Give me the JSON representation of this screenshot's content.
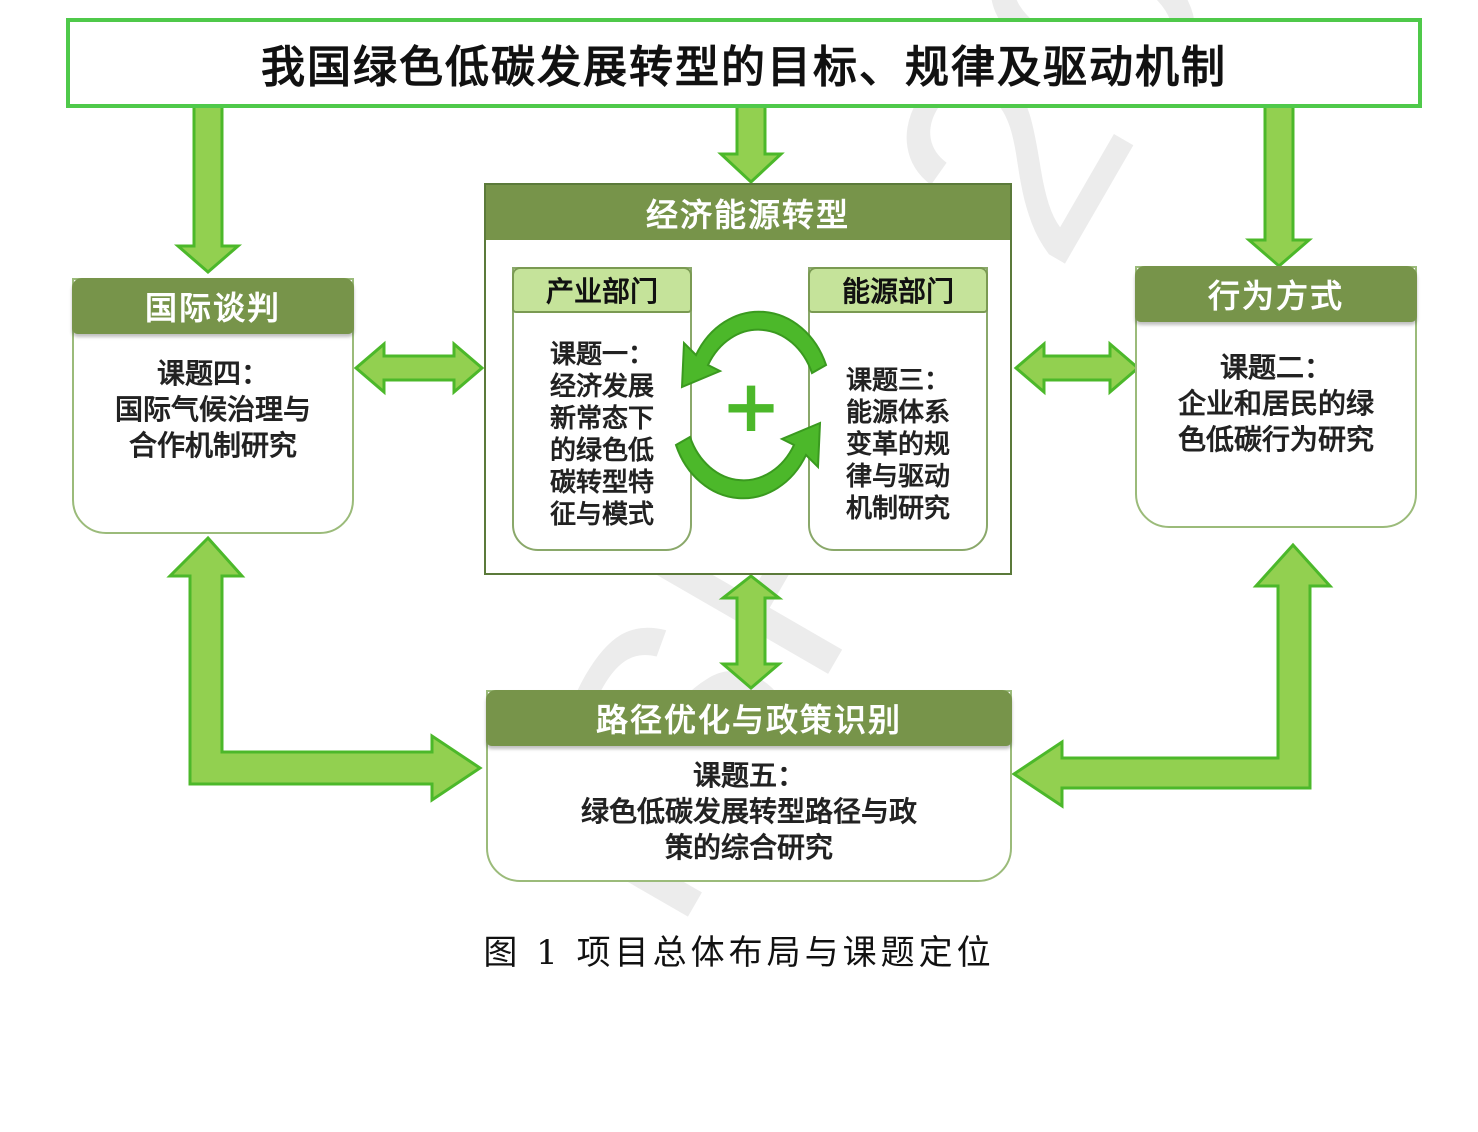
{
  "title": "我国绿色低碳发展转型的目标、规律及驱动机制",
  "center": {
    "header": "经济能源转型",
    "left": {
      "header": "产业部门",
      "lines": [
        "课题一：",
        "经济发展",
        "新常态下",
        "的绿色低",
        "碳转型特",
        "征与模式"
      ]
    },
    "right": {
      "header": "能源部门",
      "lines": [
        "课题三：",
        "能源体系",
        "变革的规",
        "律与驱动",
        "机制研究"
      ]
    },
    "plus_symbol": "+"
  },
  "left_card": {
    "header": "国际谈判",
    "lines": [
      "课题四：",
      "国际气候治理与",
      "合作机制研究"
    ]
  },
  "right_card": {
    "header": "行为方式",
    "lines": [
      "课题二：",
      "企业和居民的绿",
      "色低碳行为研究"
    ]
  },
  "bottom_card": {
    "header": "路径优化与政策识别",
    "lines": [
      "课题五：",
      "绿色低碳发展转型路径与政",
      "策的综合研究"
    ]
  },
  "caption": "图 1  项目总体布局与课题定位",
  "colors": {
    "arrow_fill": "#92d050",
    "arrow_stroke": "#4cb82a",
    "header_fill": "#77944a",
    "sub_header_fill": "#c5e39a",
    "title_border": "#4fc94a"
  }
}
